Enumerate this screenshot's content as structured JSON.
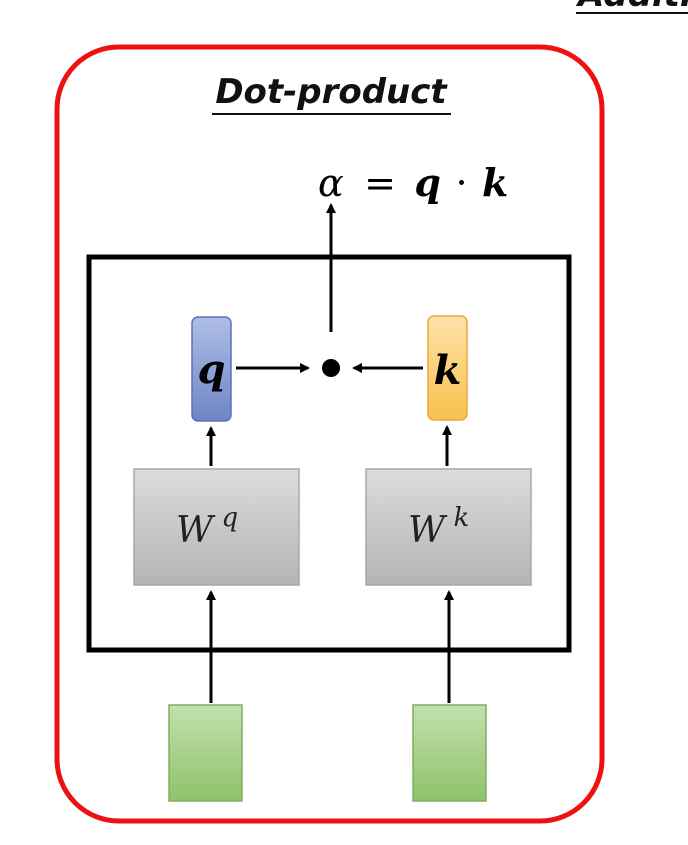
{
  "corner_title": "Additi",
  "title": "Dot-product",
  "formula": {
    "alpha": "α",
    "equals": "=",
    "q": "q",
    "dot": "·",
    "k": "k"
  },
  "vectors": {
    "query": "q",
    "key": "k"
  },
  "weights": {
    "query": {
      "base": "W",
      "sup": "q"
    },
    "key": {
      "base": "W",
      "sup": "k"
    }
  },
  "colors": {
    "outer_border": "#ee1111",
    "query_fill": "#8ea3d6",
    "key_fill": "#fcd27a",
    "weight_fill": "#c8c8c8",
    "input_fill": "#a9d18e"
  }
}
